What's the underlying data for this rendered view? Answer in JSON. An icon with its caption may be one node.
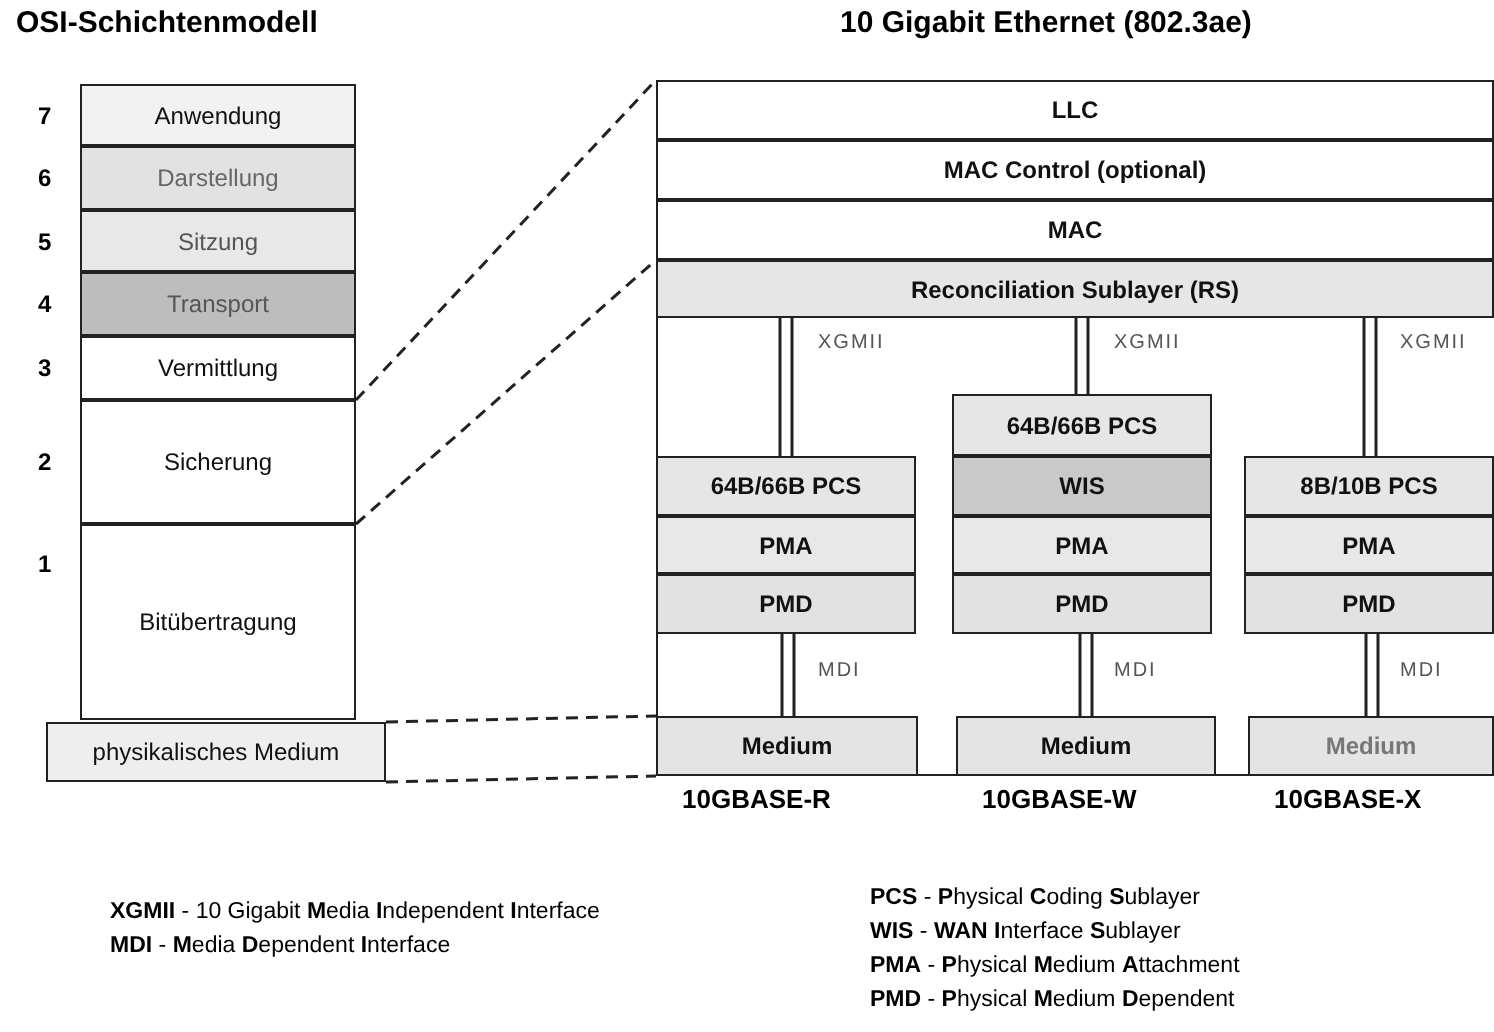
{
  "diagram": {
    "nodes": [
      {
        "text": [
          "OSI-Schichtenmodell"
        ]
      },
      {
        "text": [
          "Anwendung"
        ],
        "in": 0,
        "beside": [
          "7"
        ]
      },
      {
        "text": [
          "Darstellung"
        ],
        "in": 0,
        "beside": [
          "6"
        ]
      },
      {
        "text": [
          "Sitzung"
        ],
        "in": 0,
        "beside": [
          "5"
        ]
      },
      {
        "text": [
          "Transport"
        ],
        "in": 0,
        "beside": [
          "4"
        ]
      },
      {
        "text": [
          "Vermittlung"
        ],
        "in": 0,
        "beside": [
          "3"
        ]
      },
      {
        "text": [
          "Sicherung"
        ],
        "in": 0,
        "beside": [
          "2"
        ]
      },
      {
        "text": [
          "Bitübertragung"
        ],
        "in": 0,
        "beside": [
          "1"
        ]
      },
      {
        "text": [
          "physikalisches Medium"
        ]
      },
      {
        "text": [
          "10 Gigabit Ethernet (802.3ae)"
        ]
      },
      {
        "text": [
          "LLC"
        ],
        "in": 9
      },
      {
        "text": [
          "MAC Control (optional)"
        ],
        "in": 9
      },
      {
        "text": [
          "MAC"
        ],
        "in": 9
      },
      {
        "text": [
          "Reconciliation Sublayer (RS)"
        ],
        "in": 9
      },
      {
        "text": [
          "64B/66B PCS"
        ],
        "in": 9
      },
      {
        "text": [
          "PMA"
        ],
        "in": 9
      },
      {
        "text": [
          "PMD"
        ],
        "in": 9
      },
      {
        "text": [
          "Medium"
        ],
        "in": 9,
        "beside": [
          "10GBASE-R"
        ]
      },
      {
        "text": [
          "64B/66B PCS"
        ],
        "in": 9
      },
      {
        "text": [
          "WIS"
        ],
        "in": 9
      },
      {
        "text": [
          "PMA"
        ],
        "in": 9
      },
      {
        "text": [
          "PMD"
        ],
        "in": 9
      },
      {
        "text": [
          "Medium"
        ],
        "in": 9,
        "beside": [
          "10GBASE-W"
        ]
      },
      {
        "text": [
          "8B/10B PCS"
        ],
        "in": 9
      },
      {
        "text": [
          "PMA"
        ],
        "in": 9
      },
      {
        "text": [
          "PMD"
        ],
        "in": 9
      },
      {
        "text": [
          "Medium"
        ],
        "in": 9,
        "beside": [
          "10GBASE-X"
        ]
      }
    ],
    "edges": [
      {
        "from": 6,
        "to": 10,
        "arrow": "none",
        "style": "dashed"
      },
      {
        "from": 6,
        "to": 12,
        "arrow": "none",
        "style": "dashed"
      },
      {
        "from": 8,
        "to": 17,
        "arrow": "none",
        "style": "dashed"
      },
      {
        "from": 8,
        "to": 17,
        "arrow": "none",
        "style": "dashed"
      },
      {
        "from": 13,
        "to": 14,
        "arrow": "none",
        "label": "XGMII"
      },
      {
        "from": 13,
        "to": 18,
        "arrow": "none",
        "label": "XGMII"
      },
      {
        "from": 13,
        "to": 23,
        "arrow": "none",
        "label": "XGMII"
      },
      {
        "from": 16,
        "to": 17,
        "arrow": "none",
        "label": "MDI"
      },
      {
        "from": 21,
        "to": 22,
        "arrow": "none",
        "label": "MDI"
      },
      {
        "from": 25,
        "to": 26,
        "arrow": "none",
        "label": "MDI"
      }
    ],
    "labels": [
      "**XGMII** - 10 Gigabit **M**edia **I**ndependent **I**nterface",
      "**MDI** - **M**edia **D**ependent **I**nterface",
      "**PCS** - **P**hysical **C**oding **S**ublayer",
      "**WIS** - **WAN** **I**nterface **S**ublayer",
      "**PMA** - **P**hysical **M**edium **A**ttachment",
      "**PMD** - **P**hysical **M**edium **D**ependent"
    ]
  }
}
